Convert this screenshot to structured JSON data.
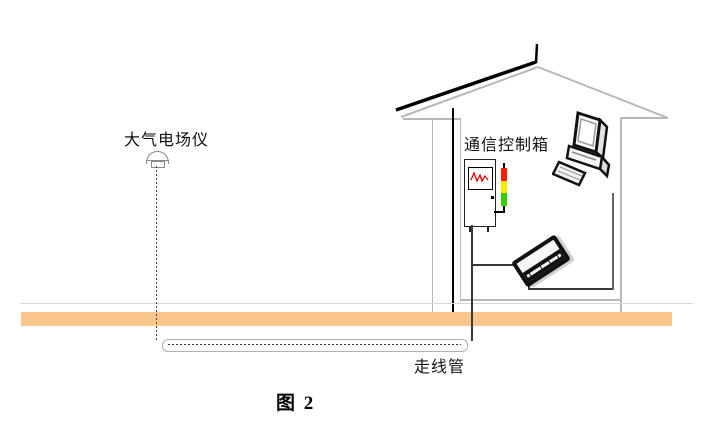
{
  "caption": "图 2",
  "diagram": {
    "field_meter": {
      "label": "大气电场仪"
    },
    "control_box": {
      "label": "通信控制箱"
    },
    "conduit": {
      "label": "走线管"
    }
  },
  "colors": {
    "ground_band": "#F9C78E",
    "house_outline_gray": "#b8b8b8",
    "house_accent_black": "#000000",
    "cable": "#3a3a3a",
    "indicator_red": "#FF1C00",
    "indicator_yellow": "#FFE800",
    "indicator_green": "#35CF00",
    "waveform_red": "#E00000"
  },
  "icons": {
    "field_meter_sensor": "dome-sensor-icon",
    "waveform_display": "waveform-display-icon",
    "signal_tower": "signal-tower-icon",
    "network_switch": "network-switch-icon",
    "desktop_computer": "desktop-computer-icon",
    "house": "house-outline-icon",
    "underground_conduit": "conduit-pipe-icon"
  }
}
